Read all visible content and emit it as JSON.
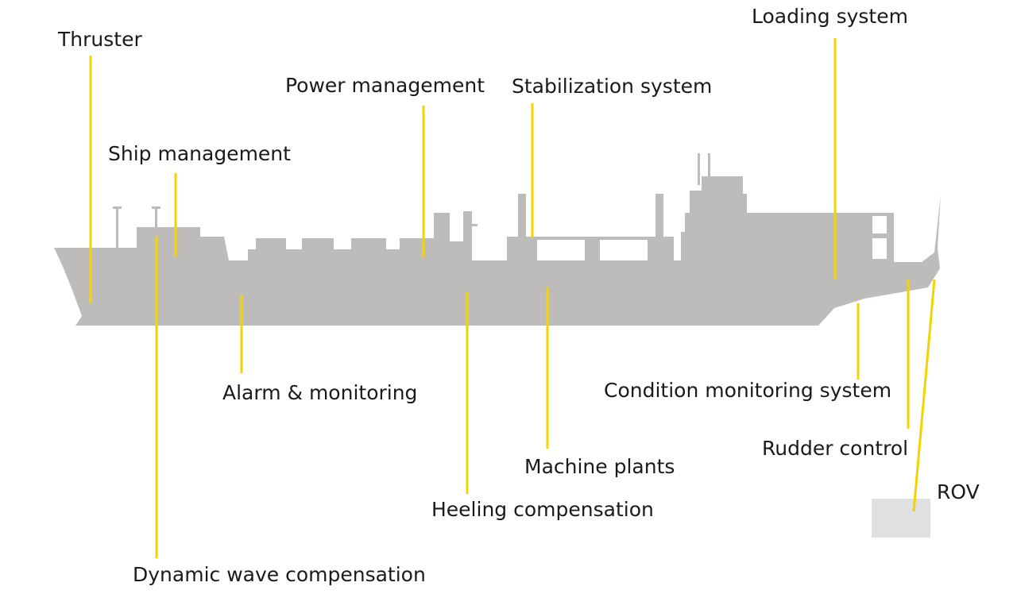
{
  "diagram": {
    "labels": {
      "thruster": "Thruster",
      "ship_management": "Ship management",
      "power_management": "Power management",
      "stabilization_system": "Stabilization system",
      "loading_system": "Loading system",
      "alarm_monitoring": "Alarm & monitoring",
      "condition_monitoring_system": "Condition monitoring system",
      "rudder_control": "Rudder control",
      "machine_plants": "Machine plants",
      "heeling_compensation": "Heeling compensation",
      "rov": "ROV",
      "dynamic_wave_compensation": "Dynamic wave compensation"
    },
    "colors": {
      "leader_line": "#f2d400",
      "ship_silhouette": "#bdbcbb",
      "rov_box": "#e0e0e0",
      "text": "#1a1a1a",
      "background": "#ffffff"
    }
  }
}
